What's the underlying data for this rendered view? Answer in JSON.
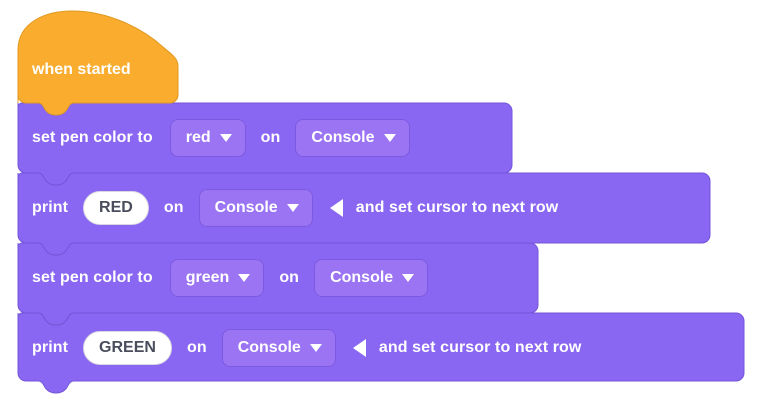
{
  "workspace": {
    "background_color": "#ffffff",
    "name": "makecode-blocks-workspace"
  },
  "palette": {
    "event_block_color": "#f9ac2e",
    "event_block_border": "#e09a22",
    "statement_block_color": "#8a67f2",
    "statement_block_border": "#7456d8",
    "field_color": "#9a74f2",
    "field_border": "#7c5ae0",
    "text_field_bg": "#ffffff",
    "text_field_text": "#4a4e5c",
    "label_text": "#ffffff"
  },
  "blocks": [
    {
      "id": "when-started",
      "kind": "hat",
      "label": "when started",
      "color": "#f9ac2e"
    },
    {
      "id": "set-pen-color-red",
      "kind": "statement",
      "label_start": "set pen color to",
      "color_dropdown": {
        "value": "red",
        "icon": "chevron-down-icon"
      },
      "label_mid": "on",
      "target_dropdown": {
        "value": "Console",
        "icon": "chevron-down-icon"
      }
    },
    {
      "id": "print-red",
      "kind": "statement",
      "label_start": "print",
      "text_field": {
        "value": "RED"
      },
      "label_mid": "on",
      "target_dropdown": {
        "value": "Console",
        "icon": "chevron-down-icon"
      },
      "collapse_icon": "triangle-left-icon",
      "label_end": "and set cursor to next row"
    },
    {
      "id": "set-pen-color-green",
      "kind": "statement",
      "label_start": "set pen color to",
      "color_dropdown": {
        "value": "green",
        "icon": "chevron-down-icon"
      },
      "label_mid": "on",
      "target_dropdown": {
        "value": "Console",
        "icon": "chevron-down-icon"
      }
    },
    {
      "id": "print-green",
      "kind": "statement",
      "label_start": "print",
      "text_field": {
        "value": "GREEN"
      },
      "label_mid": "on",
      "target_dropdown": {
        "value": "Console",
        "icon": "chevron-down-icon"
      },
      "collapse_icon": "triangle-left-icon",
      "label_end": "and set cursor to next row"
    }
  ]
}
